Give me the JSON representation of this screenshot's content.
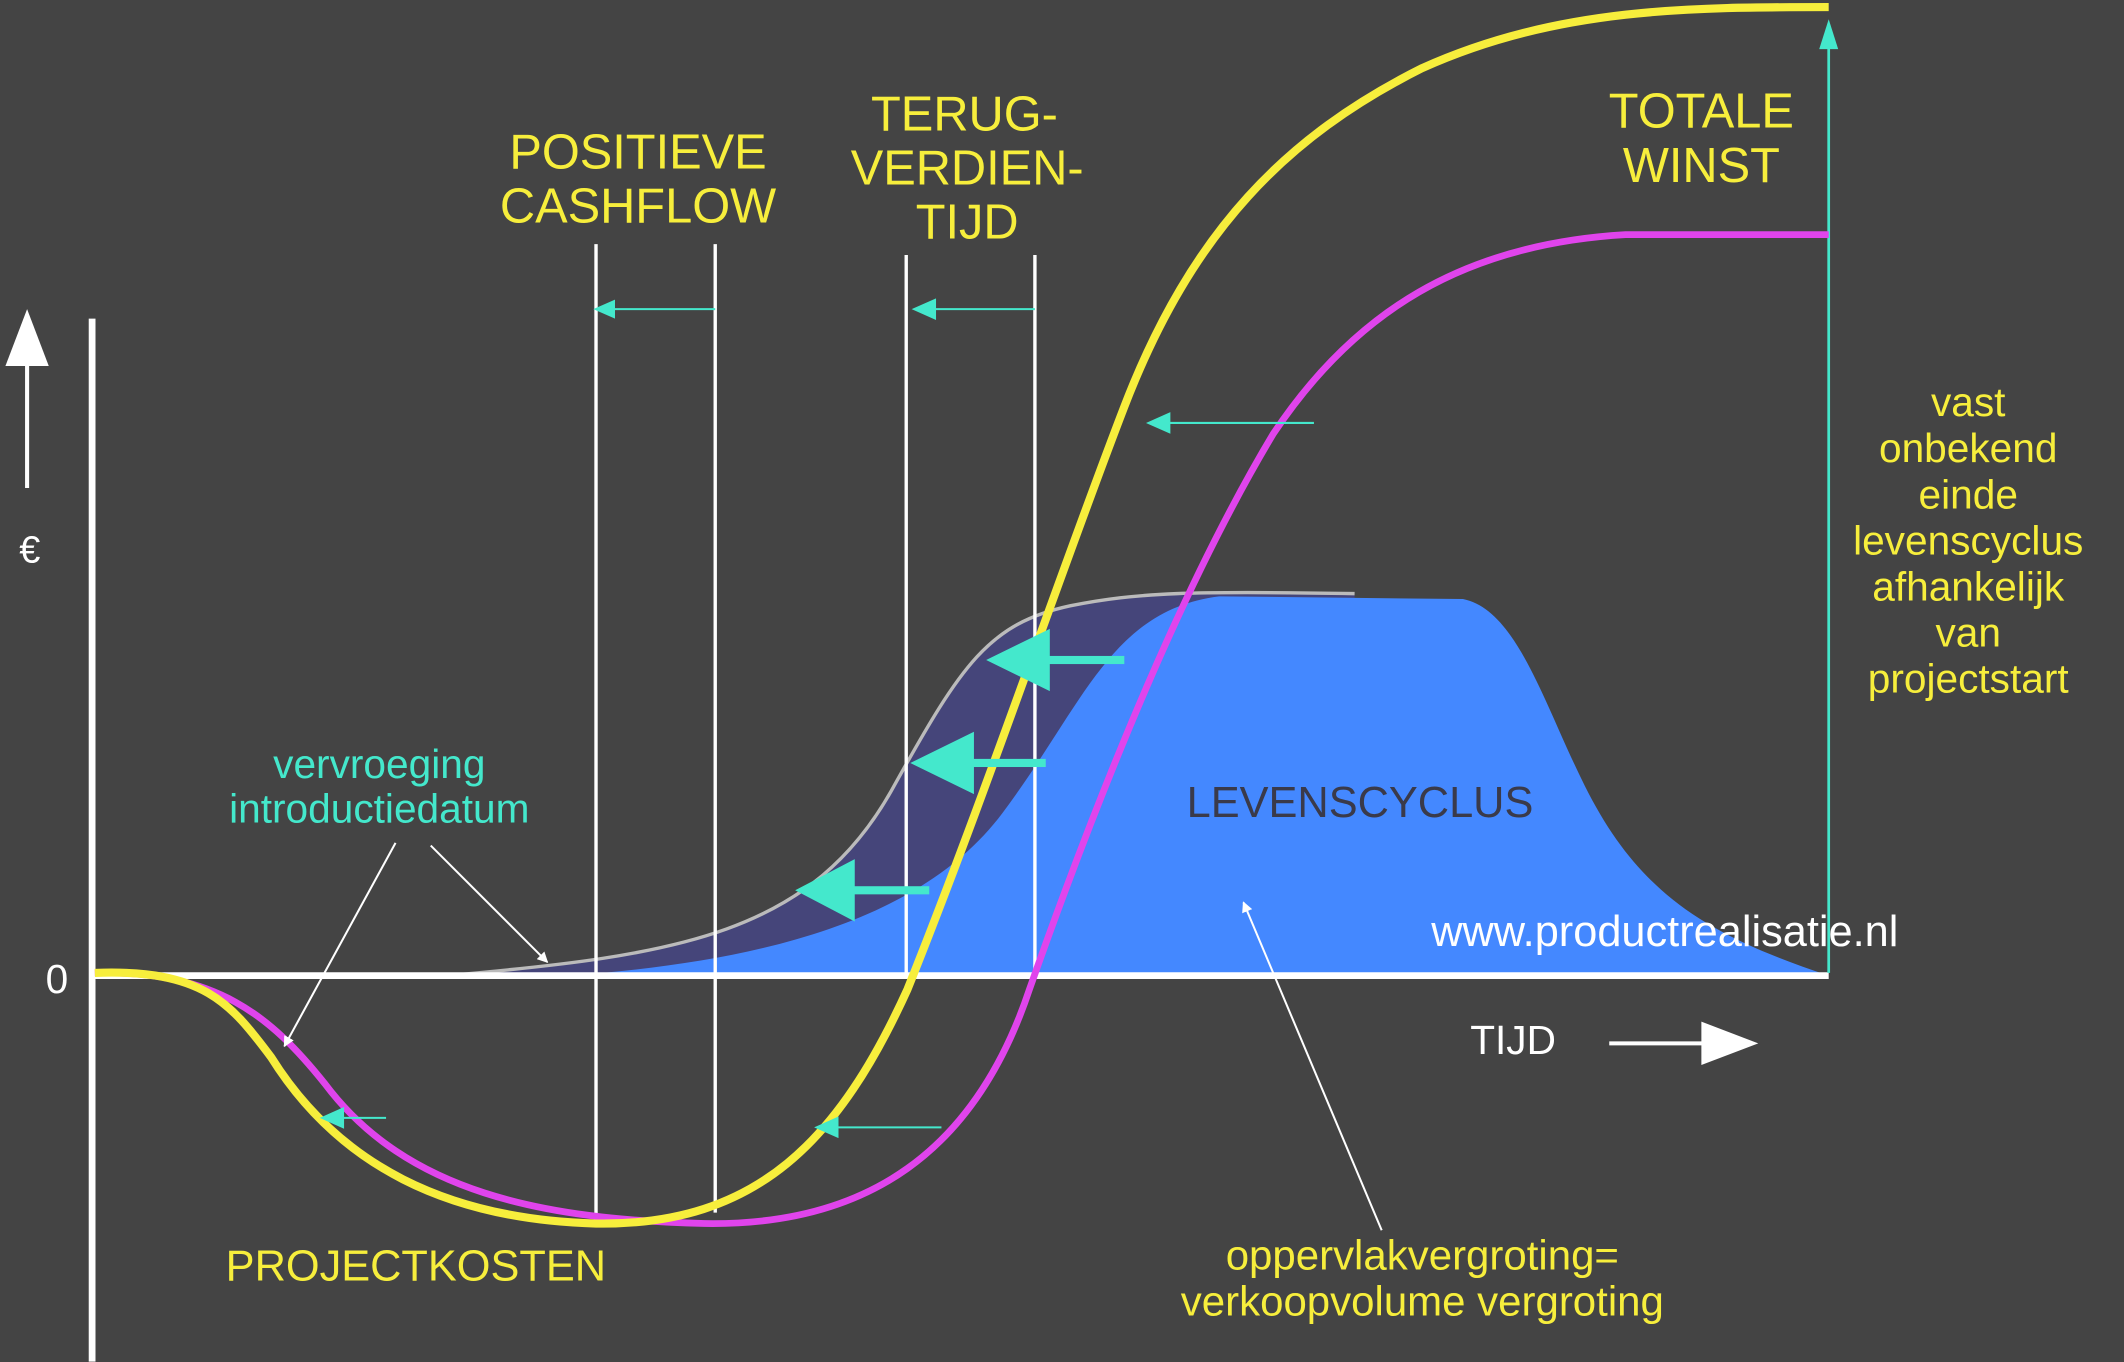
{
  "labels": {
    "positive_cashflow": [
      "POSITIEVE",
      "CASHFLOW"
    ],
    "payback_time": [
      "TERUG-",
      "VERDIEN-",
      "TIJD"
    ],
    "total_profit": [
      "TOTALE",
      "WINST"
    ],
    "end_note": [
      "vast",
      "onbekend",
      "einde",
      "levenscyclus",
      "afhankelijk",
      "van",
      "projectstart"
    ],
    "euro_axis": "€",
    "zero": "0",
    "time_axis": "TIJD",
    "earlier_intro": [
      "vervroeging",
      "introductiedatum"
    ],
    "lifecycle": "LEVENSCYCLUS",
    "website": "www.productrealisatie.nl",
    "project_costs": "PROJECTKOSTEN",
    "area_increase": [
      "oppervlakvergroting=",
      "verkoopvolume vergroting"
    ]
  },
  "colors": {
    "background": "#444444",
    "yellow": "#f7ee3c",
    "magenta": "#e044ec",
    "cyan": "#44e8cc",
    "blue": "#4488ff",
    "purple": "#45457a"
  }
}
